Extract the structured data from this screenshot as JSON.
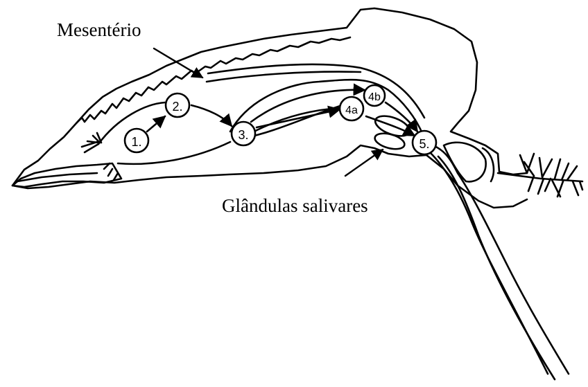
{
  "labels": {
    "mesenterio": "Mesentério",
    "glandulas": "Glândulas salivares"
  },
  "nodes": [
    {
      "id": "n1",
      "text": "1."
    },
    {
      "id": "n2",
      "text": "2."
    },
    {
      "id": "n3",
      "text": "3."
    },
    {
      "id": "n4a",
      "text": "4a"
    },
    {
      "id": "n4b",
      "text": "4b"
    },
    {
      "id": "n5",
      "text": "5."
    }
  ],
  "colors": {
    "ink": "#000000",
    "background": "#ffffff"
  }
}
